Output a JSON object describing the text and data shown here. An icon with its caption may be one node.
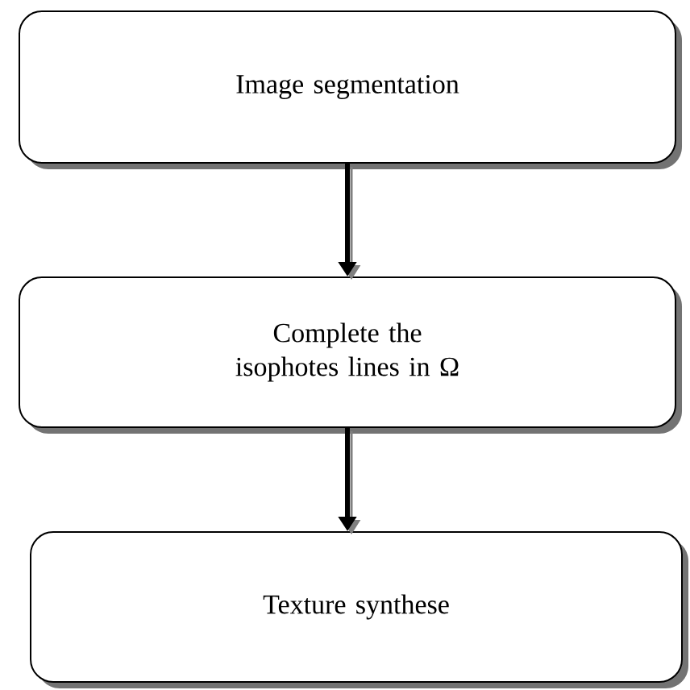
{
  "diagram": {
    "nodes": [
      {
        "text": [
          "Image segmentation"
        ]
      },
      {
        "text": [
          "Complete the isophotes lines in Ω"
        ]
      },
      {
        "text": [
          "Texture synthese"
        ]
      }
    ],
    "edges": [
      {
        "from": 0,
        "to": 1,
        "arrow": "to"
      },
      {
        "from": 1,
        "to": 2,
        "arrow": "to"
      }
    ]
  }
}
